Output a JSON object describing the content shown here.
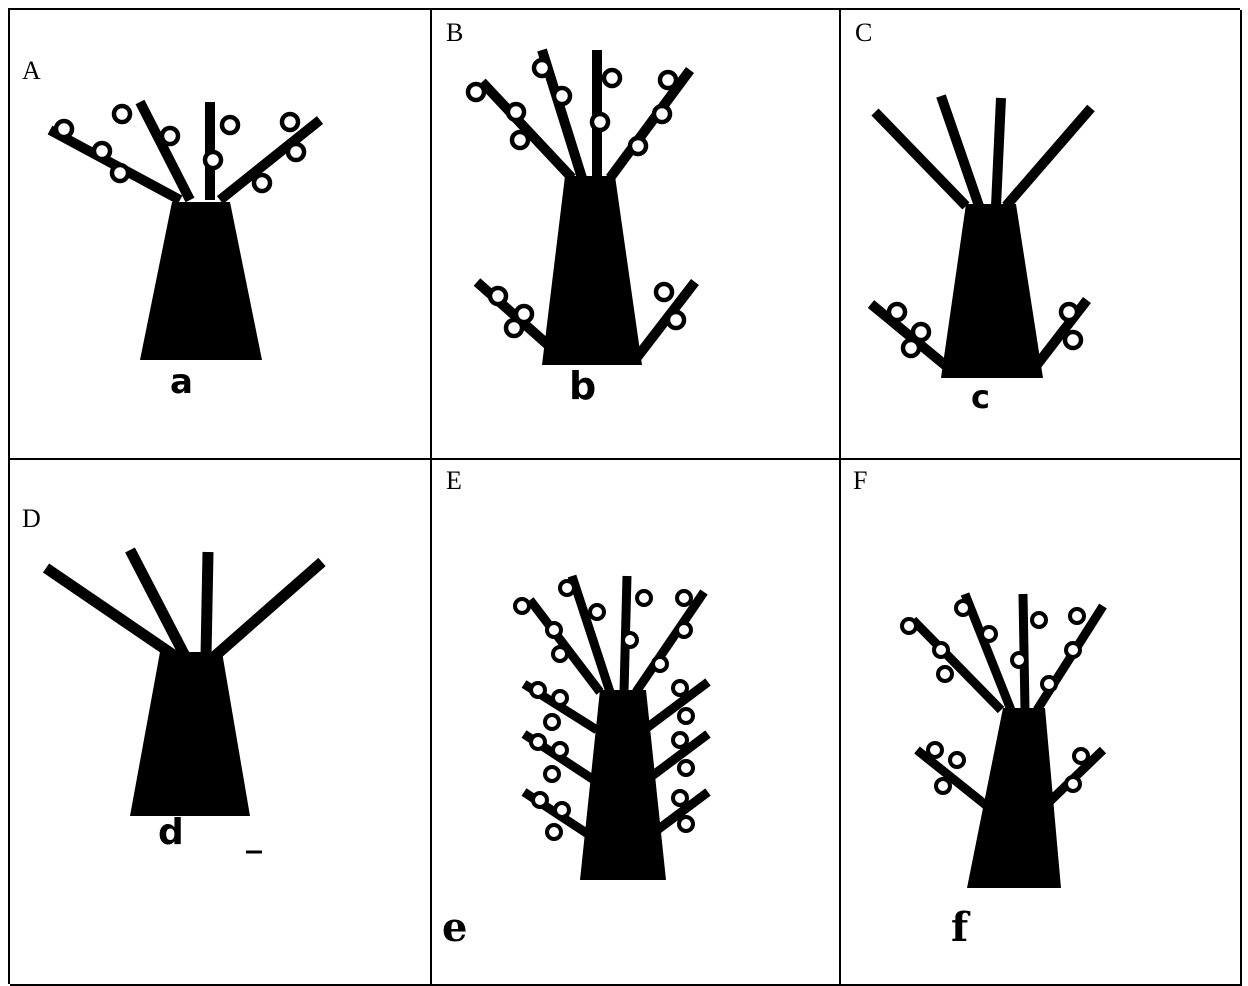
{
  "panels": [
    {
      "label": "A",
      "caption": "a"
    },
    {
      "label": "B",
      "caption": "b"
    },
    {
      "label": "C",
      "caption": "c"
    },
    {
      "label": "D",
      "caption": "d"
    },
    {
      "label": "E",
      "caption": "e"
    },
    {
      "label": "F",
      "caption": "f"
    }
  ]
}
